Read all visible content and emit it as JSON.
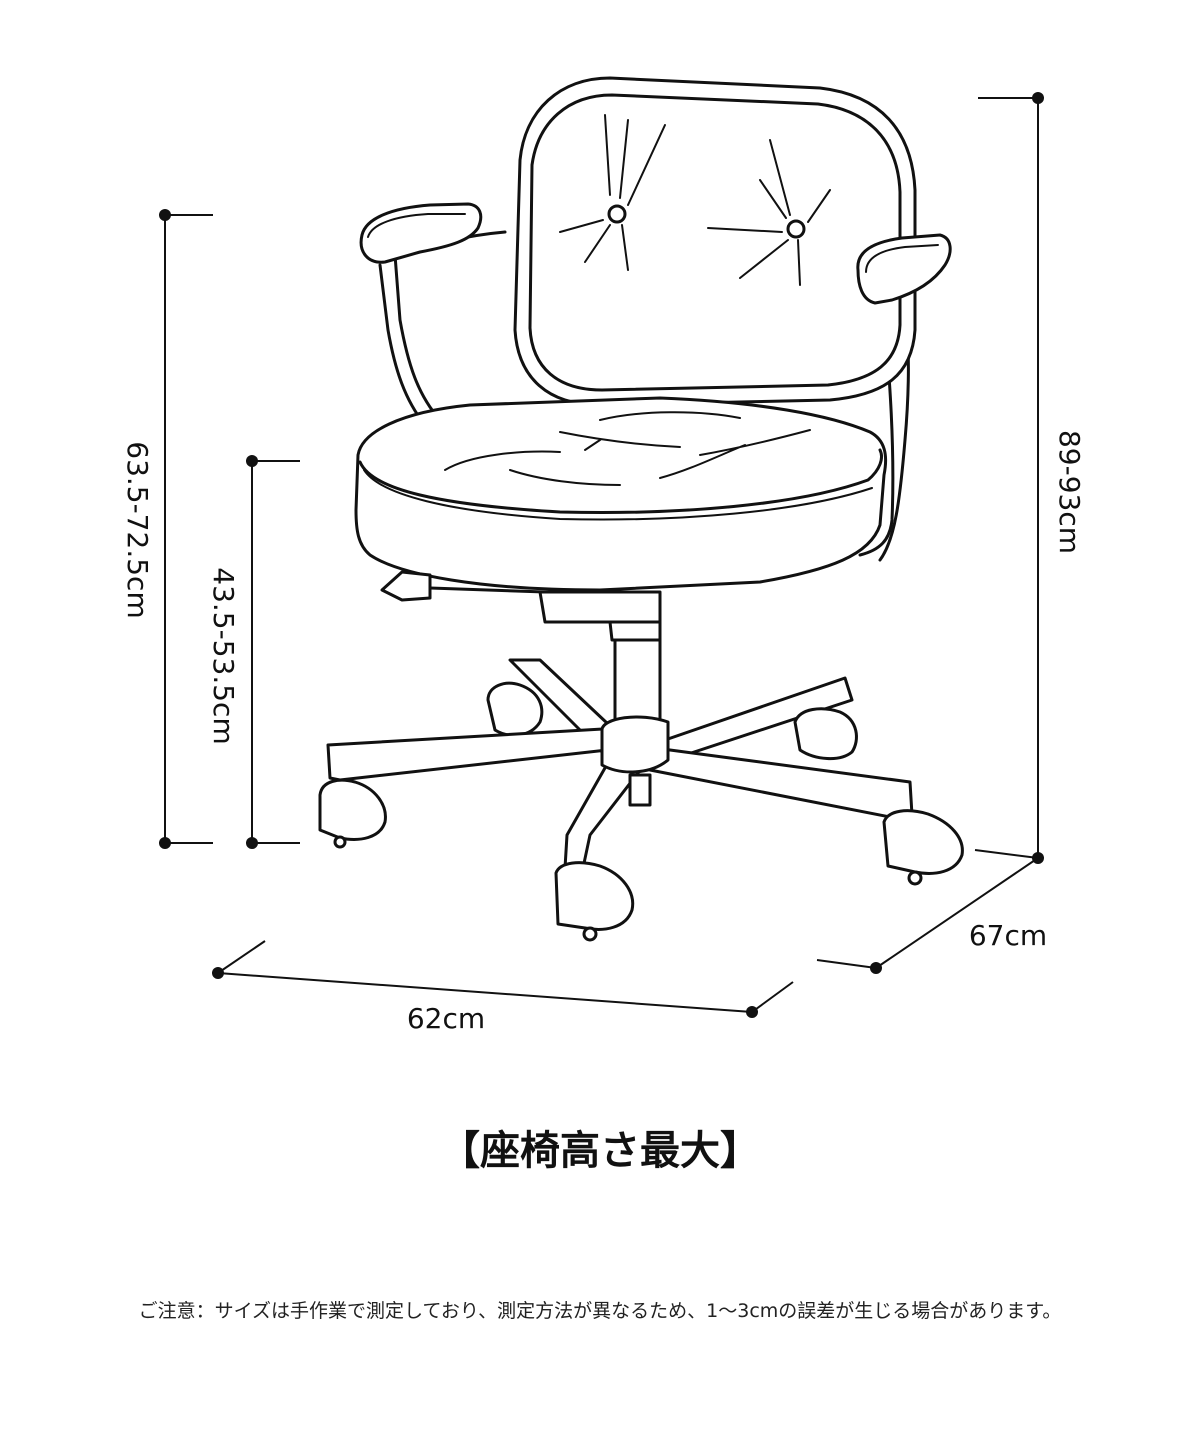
{
  "dimensions": {
    "overall_height": "89-93cm",
    "armrest_height": "63.5-72.5cm",
    "seat_height": "43.5-53.5cm",
    "width": "62cm",
    "depth": "67cm"
  },
  "heading": "【座椅高さ最大】",
  "note": "ご注意：サイズは手作業で測定しており、測定方法が異なるため、1～3cmの誤差が生じる場合があります。"
}
